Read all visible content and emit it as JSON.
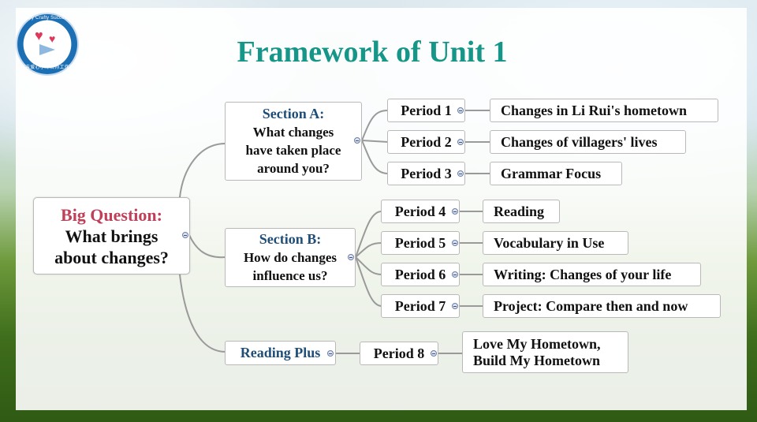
{
  "title": "Framework of Unit 1",
  "logo": {
    "name": "logo",
    "ring_text_top": "Happy Crafty Successful",
    "ring_text_bottom": "兴吉爱心小叶名师工作室"
  },
  "root": {
    "label": "Big Question:",
    "line1": "What brings",
    "line2": "about changes?"
  },
  "sections": [
    {
      "label": "Section A:",
      "lines": [
        "What changes",
        "have taken place",
        "around you?"
      ],
      "periods": [
        {
          "period": "Period 1",
          "topic": "Changes in Li Rui's hometown"
        },
        {
          "period": "Period 2",
          "topic": "Changes of villagers' lives"
        },
        {
          "period": "Period 3",
          "topic": "Grammar Focus"
        }
      ]
    },
    {
      "label": "Section B:",
      "lines": [
        "How do changes",
        "influence us?"
      ],
      "periods": [
        {
          "period": "Period 4",
          "topic": "Reading"
        },
        {
          "period": "Period 5",
          "topic": "Vocabulary in Use"
        },
        {
          "period": "Period 6",
          "topic": "Writing: Changes of your life"
        },
        {
          "period": "Period 7",
          "topic": "Project: Compare then and now"
        }
      ]
    },
    {
      "label": "Reading Plus",
      "periods": [
        {
          "period": "Period 8",
          "topic_lines": [
            "Love My Hometown,",
            "Build My Hometown"
          ]
        }
      ]
    }
  ],
  "colors": {
    "title": "#169688",
    "big_question": "#c0405a",
    "section_label": "#1f4e79",
    "connector": "#9a9a9a"
  }
}
